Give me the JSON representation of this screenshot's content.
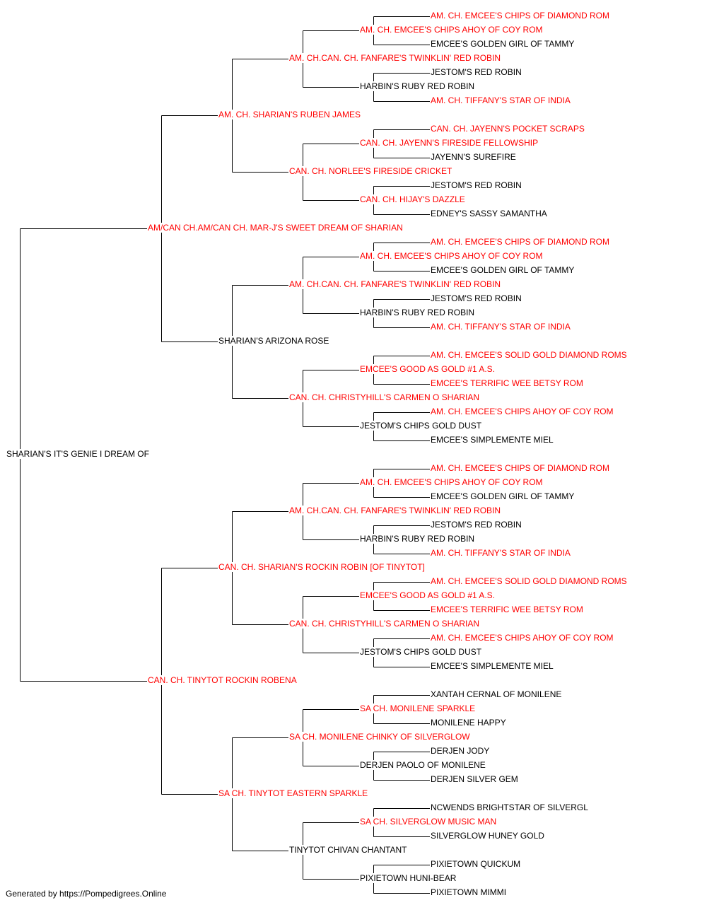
{
  "pedigree": {
    "subject": {
      "name": "SHARIAN'S IT'S GENIE I DREAM OF",
      "champion": false
    },
    "parents": [
      {
        "name": "AM/CAN CH.AM/CAN CH. MAR-J'S SWEET DREAM OF SHARIAN",
        "champion": true
      },
      {
        "name": "CAN. CH. TINYTOT ROCKIN ROBENA",
        "champion": true
      }
    ],
    "grandparents": [
      {
        "name": "AM. CH. SHARIAN'S RUBEN JAMES",
        "champion": true
      },
      {
        "name": "SHARIAN'S ARIZONA ROSE",
        "champion": false
      },
      {
        "name": "CAN. CH. SHARIAN'S ROCKIN ROBIN [OF TINYTOT]",
        "champion": true
      },
      {
        "name": "SA CH. TINYTOT EASTERN SPARKLE",
        "champion": true
      }
    ],
    "great_grandparents": [
      {
        "name": "AM. CH.CAN. CH. FANFARE'S TWINKLIN' RED ROBIN",
        "champion": true
      },
      {
        "name": "CAN. CH. NORLEE'S FIRESIDE CRICKET",
        "champion": true
      },
      {
        "name": "AM. CH.CAN. CH. FANFARE'S TWINKLIN' RED ROBIN",
        "champion": true
      },
      {
        "name": "CAN. CH. CHRISTYHILL'S CARMEN O SHARIAN",
        "champion": true
      },
      {
        "name": "AM. CH.CAN. CH. FANFARE'S TWINKLIN' RED ROBIN",
        "champion": true
      },
      {
        "name": "CAN. CH. CHRISTYHILL'S CARMEN O SHARIAN",
        "champion": true
      },
      {
        "name": "SA CH. MONILENE CHINKY OF SILVERGLOW",
        "champion": true
      },
      {
        "name": "TINYTOT CHIVAN CHANTANT",
        "champion": false
      }
    ],
    "gen4": [
      {
        "name": "AM. CH. EMCEE'S CHIPS AHOY OF COY ROM",
        "champion": true
      },
      {
        "name": "HARBIN'S RUBY RED ROBIN",
        "champion": false
      },
      {
        "name": "CAN. CH. JAYENN'S FIRESIDE FELLOWSHIP",
        "champion": true
      },
      {
        "name": "CAN. CH. HIJAY'S DAZZLE",
        "champion": true
      },
      {
        "name": "AM. CH. EMCEE'S CHIPS AHOY OF COY ROM",
        "champion": true
      },
      {
        "name": "HARBIN'S RUBY RED ROBIN",
        "champion": false
      },
      {
        "name": "EMCEE'S GOOD AS GOLD #1 A.S.",
        "champion": true
      },
      {
        "name": "JESTOM'S CHIPS GOLD DUST",
        "champion": false
      },
      {
        "name": "AM. CH. EMCEE'S CHIPS AHOY OF COY ROM",
        "champion": true
      },
      {
        "name": "HARBIN'S RUBY RED ROBIN",
        "champion": false
      },
      {
        "name": "EMCEE'S GOOD AS GOLD #1 A.S.",
        "champion": true
      },
      {
        "name": "JESTOM'S CHIPS GOLD DUST",
        "champion": false
      },
      {
        "name": "SA CH. MONILENE SPARKLE",
        "champion": true
      },
      {
        "name": "DERJEN PAOLO OF MONILENE",
        "champion": false
      },
      {
        "name": "SA CH. SILVERGLOW MUSIC MAN",
        "champion": true
      },
      {
        "name": "PIXIETOWN HUNI-BEAR",
        "champion": false
      }
    ],
    "gen5": [
      {
        "name": "AM. CH. EMCEE'S CHIPS OF DIAMOND ROM",
        "champion": true
      },
      {
        "name": "EMCEE'S GOLDEN GIRL OF TAMMY",
        "champion": false
      },
      {
        "name": "JESTOM'S RED ROBIN",
        "champion": false
      },
      {
        "name": "AM. CH. TIFFANY'S STAR OF INDIA",
        "champion": true
      },
      {
        "name": "CAN. CH. JAYENN'S POCKET SCRAPS",
        "champion": true
      },
      {
        "name": "JAYENN'S SUREFIRE",
        "champion": false
      },
      {
        "name": "JESTOM'S RED ROBIN",
        "champion": false
      },
      {
        "name": "EDNEY'S SASSY SAMANTHA",
        "champion": false
      },
      {
        "name": "AM. CH. EMCEE'S CHIPS OF DIAMOND ROM",
        "champion": true
      },
      {
        "name": "EMCEE'S GOLDEN GIRL OF TAMMY",
        "champion": false
      },
      {
        "name": "JESTOM'S RED ROBIN",
        "champion": false
      },
      {
        "name": "AM. CH. TIFFANY'S STAR OF INDIA",
        "champion": true
      },
      {
        "name": "AM. CH. EMCEE'S SOLID GOLD DIAMOND ROMS",
        "champion": true
      },
      {
        "name": "EMCEE'S TERRIFIC WEE BETSY ROM",
        "champion": true
      },
      {
        "name": "AM. CH. EMCEE'S CHIPS AHOY OF COY ROM",
        "champion": true
      },
      {
        "name": "EMCEE'S SIMPLEMENTE MIEL",
        "champion": false
      },
      {
        "name": "AM. CH. EMCEE'S CHIPS OF DIAMOND ROM",
        "champion": true
      },
      {
        "name": "EMCEE'S GOLDEN GIRL OF TAMMY",
        "champion": false
      },
      {
        "name": "JESTOM'S RED ROBIN",
        "champion": false
      },
      {
        "name": "AM. CH. TIFFANY'S STAR OF INDIA",
        "champion": true
      },
      {
        "name": "AM. CH. EMCEE'S SOLID GOLD DIAMOND ROMS",
        "champion": true
      },
      {
        "name": "EMCEE'S TERRIFIC WEE BETSY ROM",
        "champion": true
      },
      {
        "name": "AM. CH. EMCEE'S CHIPS AHOY OF COY ROM",
        "champion": true
      },
      {
        "name": "EMCEE'S SIMPLEMENTE MIEL",
        "champion": false
      },
      {
        "name": "XANTAH CERNAL OF MONILENE",
        "champion": false
      },
      {
        "name": "MONILENE HAPPY",
        "champion": false
      },
      {
        "name": "DERJEN JODY",
        "champion": false
      },
      {
        "name": "DERJEN SILVER GEM",
        "champion": false
      },
      {
        "name": "NCWENDS BRIGHTSTAR OF SILVERGL",
        "champion": false
      },
      {
        "name": "SILVERGLOW HUNEY GOLD",
        "champion": false
      },
      {
        "name": "PIXIETOWN QUICKUM",
        "champion": false
      },
      {
        "name": "PIXIETOWN MIMMI",
        "champion": false
      }
    ]
  },
  "colors": {
    "champion": "#ff0000",
    "regular": "#000000",
    "lines": "#000000"
  },
  "footer": {
    "text": "Generated by https://Pompedigrees.Online"
  }
}
